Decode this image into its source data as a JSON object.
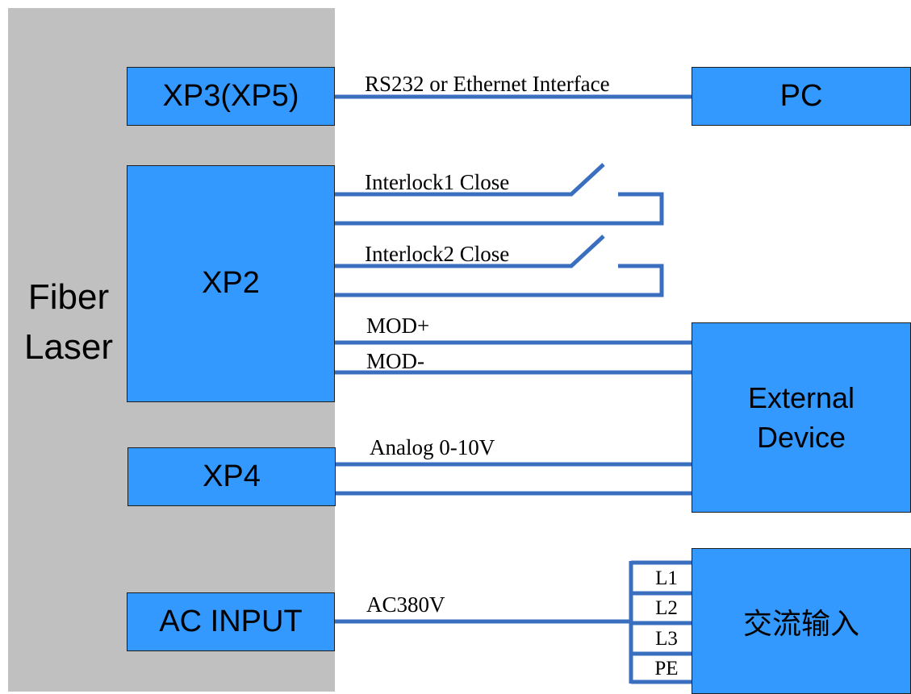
{
  "laser": {
    "line1": "Fiber",
    "line2": "Laser"
  },
  "blocks": {
    "xp3": "XP3(XP5)",
    "xp2": "XP2",
    "xp4": "XP4",
    "ac_input": "AC INPUT",
    "pc": "PC",
    "external_line1": "External",
    "external_line2": "Device",
    "ac_in_cn": "交流输入"
  },
  "labels": {
    "rs232": "RS232 or Ethernet Interface",
    "interlock1": "Interlock1 Close",
    "interlock2": "Interlock2 Close",
    "mod_plus": "MOD+",
    "mod_minus": "MOD-",
    "analog": "Analog 0-10V",
    "ac380": "AC380V"
  },
  "phases": [
    "L1",
    "L2",
    "L3",
    "PE"
  ],
  "colors": {
    "block": "#3399ff",
    "wire": "#3a6fc0",
    "panel": "#c0c0c0"
  }
}
